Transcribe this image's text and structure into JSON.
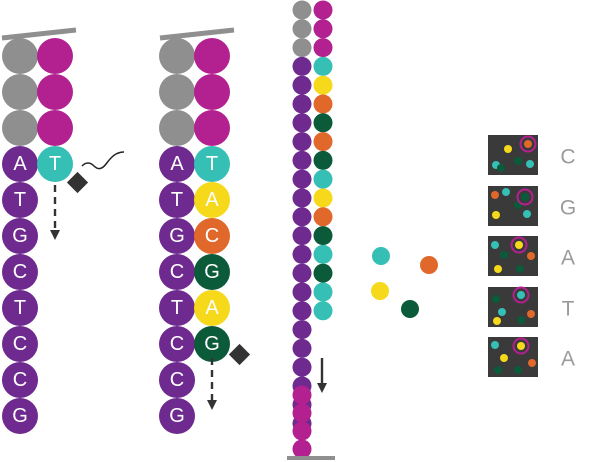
{
  "colors": {
    "gray": "#8f8f8f",
    "magenta": "#b3208f",
    "purple": "#6e2a8e",
    "teal": "#35bfb5",
    "yellow": "#f7d91c",
    "orange": "#e0682b",
    "green": "#0b5b3b",
    "panel": "#3a3a3a",
    "dark": "#333333",
    "read_letter": "#9b9b9b"
  },
  "panel1": {
    "template_bases": [
      "A",
      "T",
      "G",
      "C",
      "T",
      "C",
      "C",
      "G"
    ],
    "incorporated_bases": [
      "T"
    ]
  },
  "panel2": {
    "template_bases": [
      "A",
      "T",
      "G",
      "C",
      "T",
      "C",
      "C",
      "G"
    ],
    "incorporated_bases": [
      "T",
      "A",
      "C",
      "G",
      "A",
      "G"
    ]
  },
  "reads": {
    "letters": [
      "C",
      "G",
      "A",
      "T",
      "A"
    ]
  },
  "loose_nucleotides": [
    "teal",
    "orange",
    "yellow",
    "green"
  ]
}
